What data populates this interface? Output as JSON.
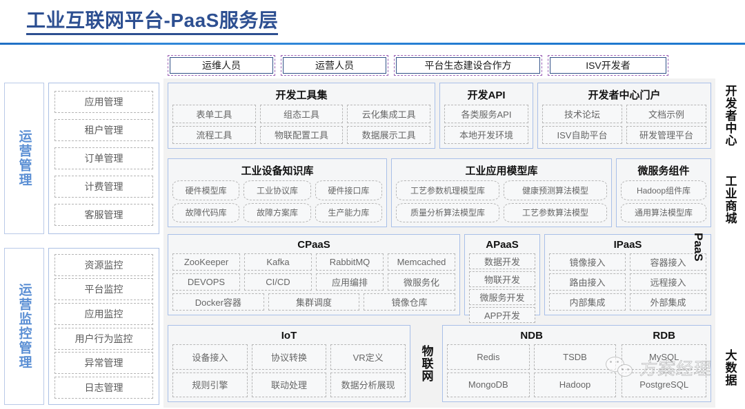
{
  "header": {
    "title": "工业互联网平台-PaaS服务层"
  },
  "roles": [
    {
      "label": "运维人员"
    },
    {
      "label": "运营人员"
    },
    {
      "label": "平台生态建设合作方"
    },
    {
      "label": "ISV开发者"
    }
  ],
  "sidebar": [
    {
      "label": "运营管理",
      "items": [
        "应用管理",
        "租户管理",
        "订单管理",
        "计费管理",
        "客服管理"
      ]
    },
    {
      "label": "运营监控管理",
      "items": [
        "资源监控",
        "平台监控",
        "应用监控",
        "用户行为监控",
        "异常管理",
        "日志管理"
      ]
    }
  ],
  "right_labels": {
    "developer_center": "开发者中心",
    "industrial_mall": "工业商城",
    "paas": "PaaS",
    "big_data": "大数据",
    "iot": "物联网"
  },
  "rows": {
    "row1": {
      "dev_tools": {
        "title": "开发工具集",
        "grid": [
          [
            "表单工具",
            "组态工具",
            "云化集成工具"
          ],
          [
            "流程工具",
            "物联配置工具",
            "数据展示工具"
          ]
        ]
      },
      "dev_api": {
        "title": "开发API",
        "grid": [
          [
            "各类服务API"
          ],
          [
            "本地开发环境"
          ]
        ]
      },
      "dev_portal": {
        "title": "开发者中心门户",
        "grid": [
          [
            "技术论坛",
            "文档示例"
          ],
          [
            "ISV自助平台",
            "研发管理平台"
          ]
        ]
      }
    },
    "row2": {
      "device_kb": {
        "title": "工业设备知识库",
        "grid": [
          [
            "硬件模型库",
            "工业协议库",
            "硬件接口库"
          ],
          [
            "故障代码库",
            "故障方案库",
            "生产能力库"
          ]
        ]
      },
      "app_model_lib": {
        "title": "工业应用模型库",
        "grid": [
          [
            "工艺参数机理模型库",
            "健康预测算法模型"
          ],
          [
            "质量分析算法模型库",
            "工艺参数算法模型"
          ]
        ]
      },
      "microservice": {
        "title": "微服务组件",
        "grid": [
          [
            "Hadoop组件库"
          ],
          [
            "通用算法模型库"
          ]
        ]
      }
    },
    "row3": {
      "cpaas": {
        "title": "CPaaS",
        "grid": [
          [
            "ZooKeeper",
            "Kafka",
            "RabbitMQ",
            "Memcached"
          ],
          [
            "DEVOPS",
            "CI/CD",
            "应用编排",
            "微服务化"
          ],
          [
            "Docker容器",
            "集群调度",
            "镜像仓库"
          ]
        ]
      },
      "apaas": {
        "title": "APaaS",
        "items": [
          "数据开发",
          "物联开发",
          "微服务开发",
          "APP开发"
        ]
      },
      "ipaas": {
        "title": "IPaaS",
        "grid": [
          [
            "镜像接入",
            "容器接入"
          ],
          [
            "路由接入",
            "远程接入"
          ],
          [
            "内部集成",
            "外部集成"
          ]
        ]
      }
    },
    "row4": {
      "iot": {
        "title": "IoT",
        "grid": [
          [
            "设备接入",
            "协议转换",
            "VR定义"
          ],
          [
            "规则引擎",
            "联动处理",
            "数据分析展现"
          ]
        ]
      },
      "ndb": {
        "title": "NDB",
        "grid": [
          [
            "Redis",
            "TSDB"
          ],
          [
            "MongoDB",
            "Hadoop"
          ]
        ]
      },
      "rdb": {
        "title": "RDB",
        "grid": [
          [
            "MySQL"
          ],
          [
            "PostgreSQL"
          ]
        ]
      }
    }
  },
  "watermark": {
    "text": "方案经理",
    "logo": "wechat-icon"
  },
  "colors": {
    "title": "#2d4f91",
    "rule": "#2f86d8",
    "role_border": "#9a5fb5",
    "panel_border": "#a8bfe8",
    "sidebar_label": "#5b8fd4",
    "chip_text": "#666666"
  }
}
